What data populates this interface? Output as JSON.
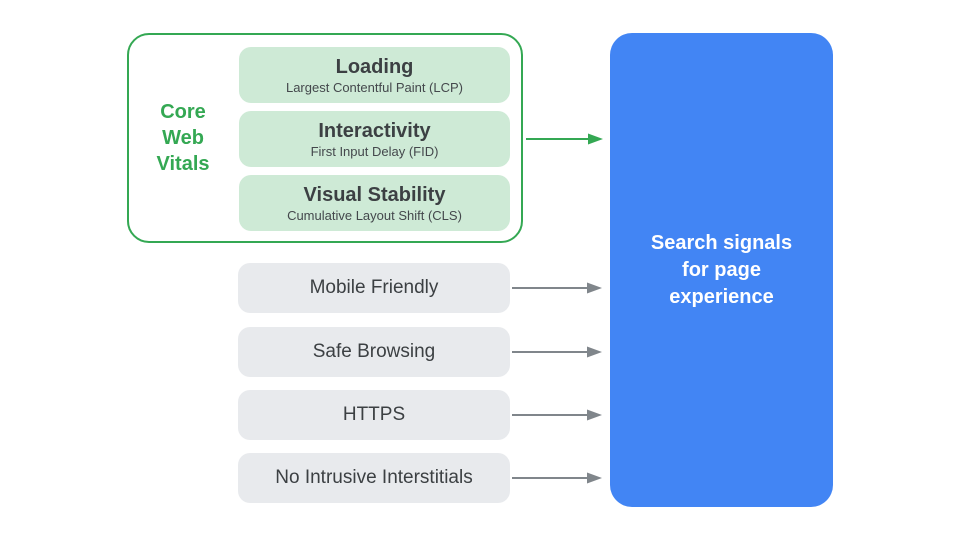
{
  "diagram": {
    "core_web_vitals": {
      "label_lines": [
        "Core",
        "Web",
        "Vitals"
      ],
      "items": [
        {
          "title": "Loading",
          "subtitle": "Largest Contentful Paint (LCP)"
        },
        {
          "title": "Interactivity",
          "subtitle": "First Input Delay (FID)"
        },
        {
          "title": "Visual Stability",
          "subtitle": "Cumulative Layout Shift (CLS)"
        }
      ]
    },
    "other_signals": [
      {
        "label": "Mobile Friendly"
      },
      {
        "label": "Safe Browsing"
      },
      {
        "label": "HTTPS"
      },
      {
        "label": "No Intrusive Interstitials"
      }
    ],
    "result": {
      "lines": [
        "Search signals",
        "for page",
        "experience"
      ]
    }
  },
  "colors": {
    "green": "#34A853",
    "green_fill": "#CEEAD6",
    "gray_fill": "#E8EAED",
    "blue": "#4285F4",
    "text_dark": "#3C4043",
    "arrow_gray": "#80868B",
    "background": "#FFFFFF"
  }
}
